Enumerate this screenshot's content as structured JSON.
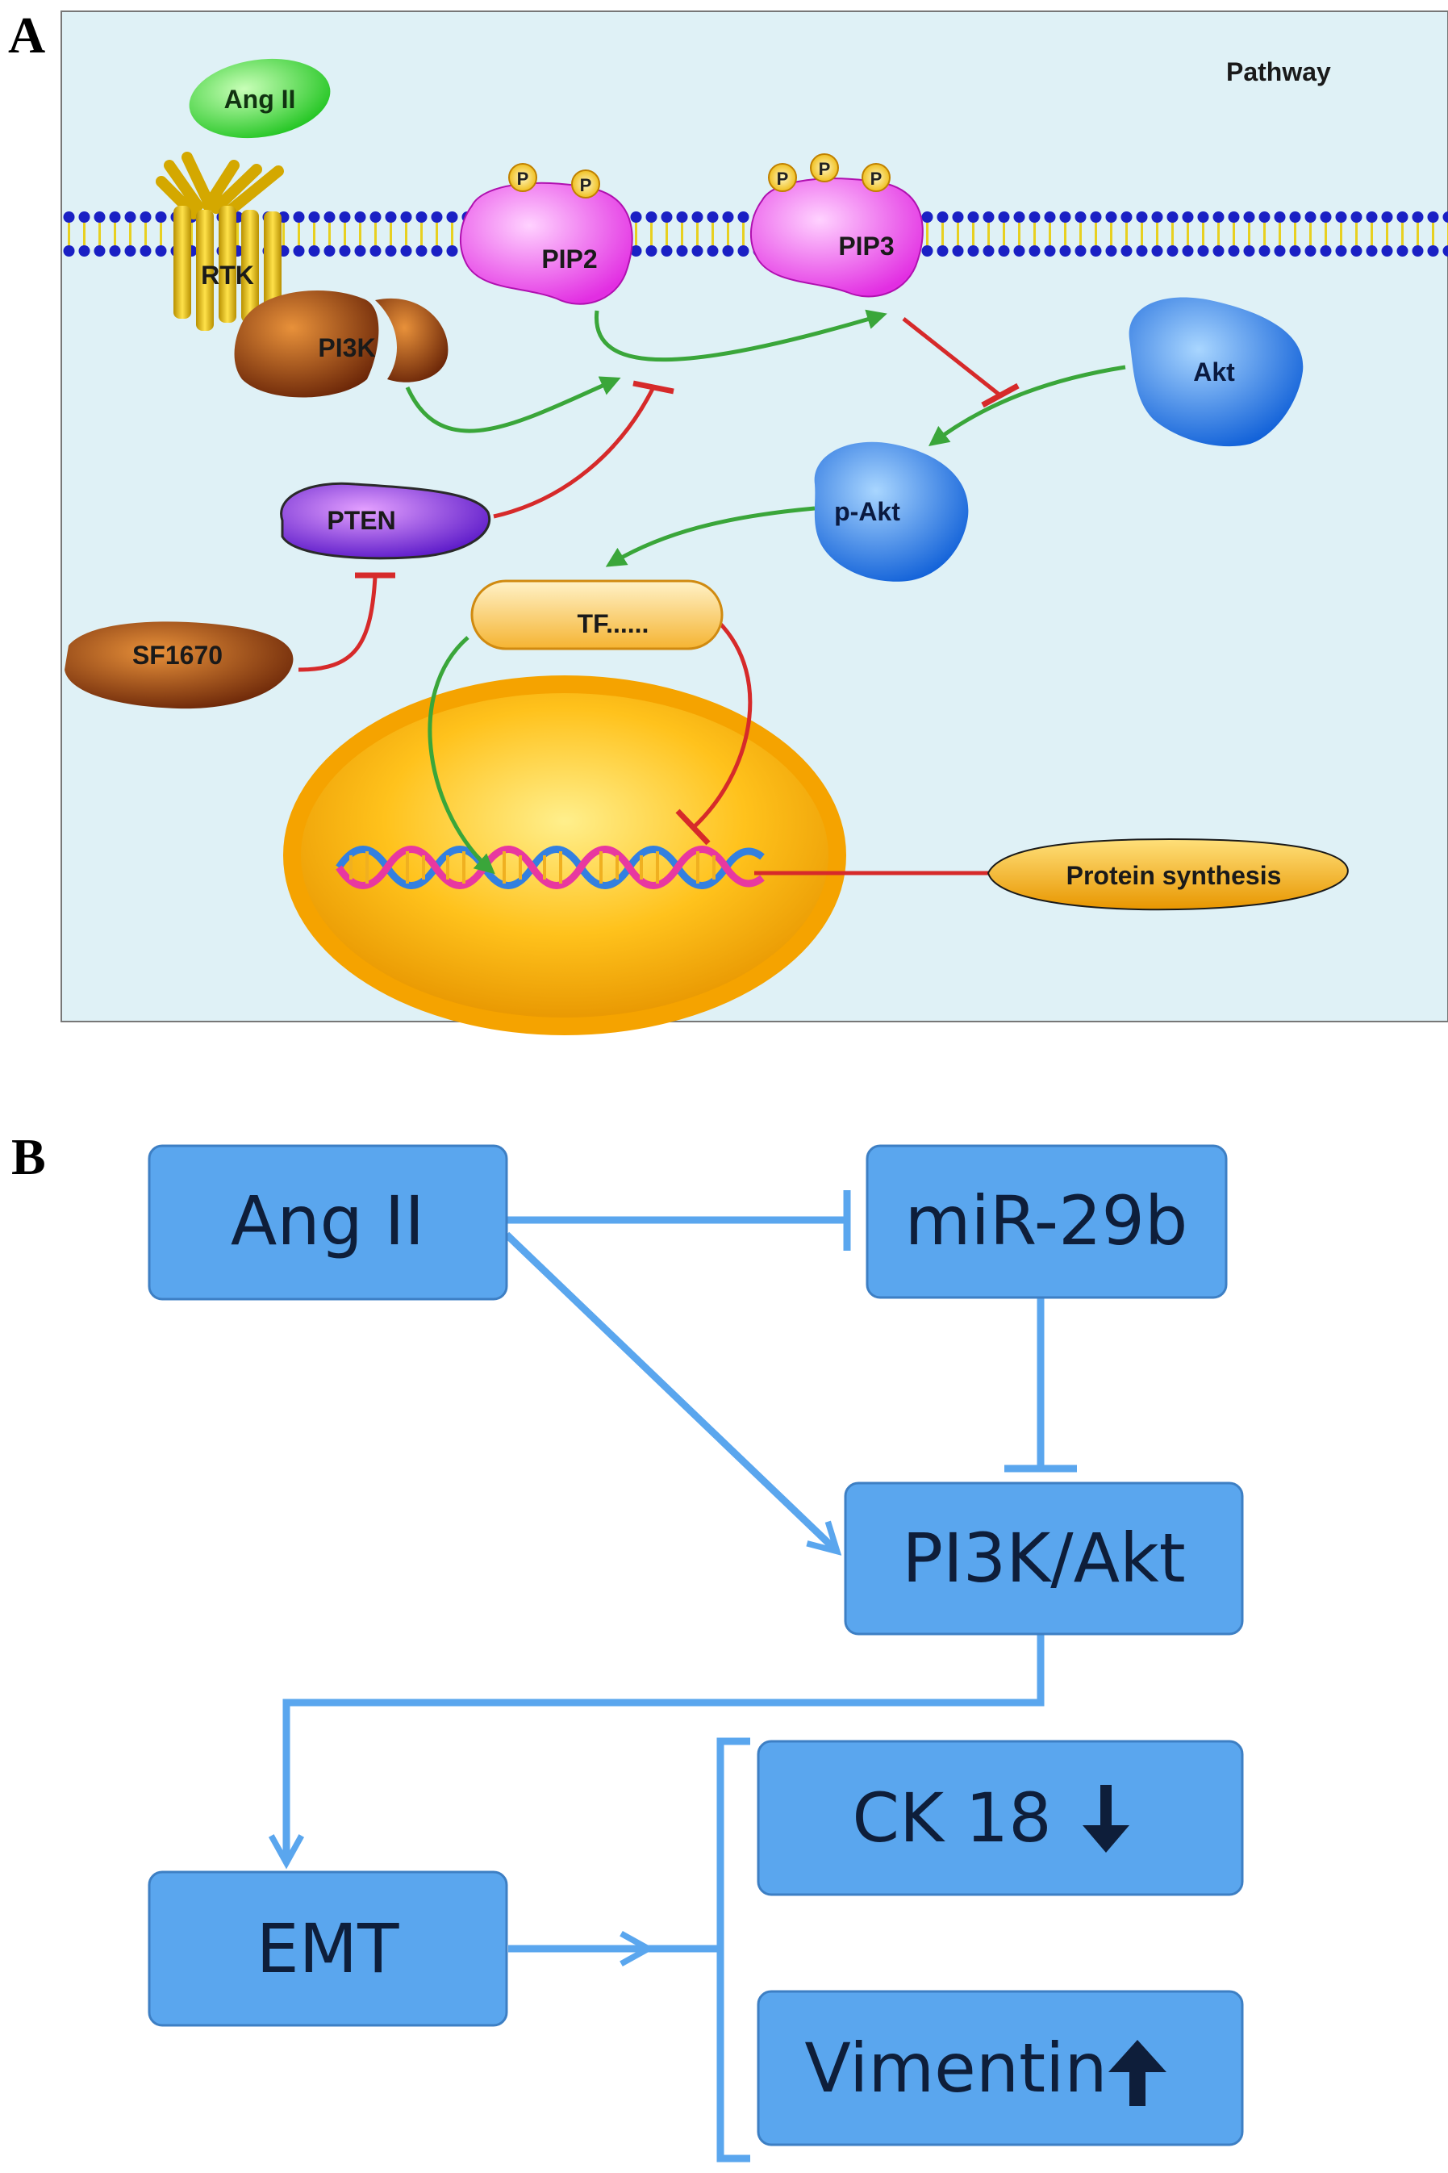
{
  "panel_a": {
    "letter": "A",
    "title": "Pathway",
    "nodes": {
      "ang2": "Ang II",
      "rtk": "RTK",
      "pi3k": "PI3K",
      "pip2": "PIP2",
      "pip3": "PIP3",
      "akt": "Akt",
      "pakt": "p-Akt",
      "pten": "PTEN",
      "sf1670": "SF1670",
      "tf": "TF......",
      "protein": "Protein synthesis",
      "phosphate": "P"
    },
    "colors": {
      "background": "#dff1f6",
      "activation": "#3aa63a",
      "inhibition": "#d62a2a",
      "membrane_head": "#1a20c4",
      "membrane_tail": "#e8d020",
      "nucleus": "#f7b000"
    }
  },
  "panel_b": {
    "letter": "B",
    "boxes": {
      "ang2": "Ang II",
      "mir29b": "miR-29b",
      "pi3k_akt": "PI3K/Akt",
      "emt": "EMT",
      "ck18": "CK 18",
      "vimentin": "Vimentin"
    },
    "markers": {
      "ck18": "down-arrow-icon",
      "vimentin": "up-arrow-icon"
    },
    "colors": {
      "box_fill": "#5aa6ee",
      "box_border": "#3d7fc4",
      "connector": "#5aa6ee"
    }
  }
}
